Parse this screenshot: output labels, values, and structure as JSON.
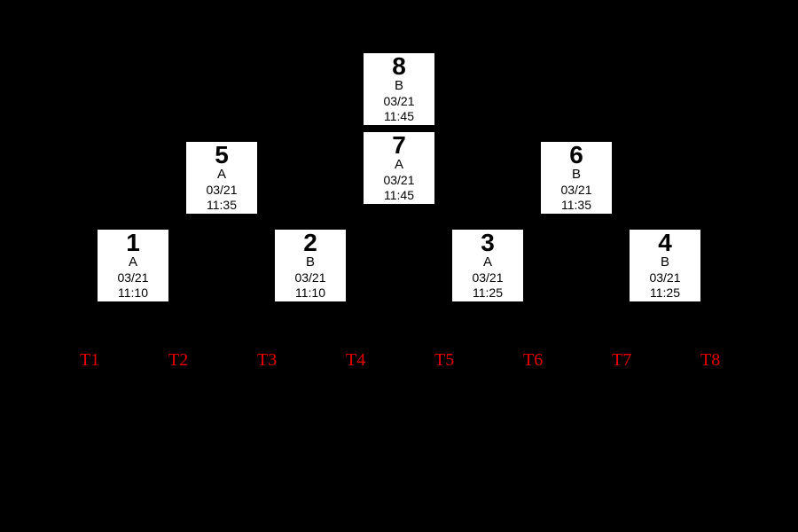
{
  "canvas": {
    "background_color": "#000000",
    "box_background_color": "#ffffff",
    "box_text_color": "#000000",
    "court_label_color": "#e80000"
  },
  "matches": [
    {
      "number": "1",
      "group": "A",
      "date": "03/21",
      "time": "11:10"
    },
    {
      "number": "2",
      "group": "B",
      "date": "03/21",
      "time": "11:10"
    },
    {
      "number": "3",
      "group": "A",
      "date": "03/21",
      "time": "11:25"
    },
    {
      "number": "4",
      "group": "B",
      "date": "03/21",
      "time": "11:25"
    },
    {
      "number": "5",
      "group": "A",
      "date": "03/21",
      "time": "11:35"
    },
    {
      "number": "6",
      "group": "B",
      "date": "03/21",
      "time": "11:35"
    },
    {
      "number": "7",
      "group": "A",
      "date": "03/21",
      "time": "11:45"
    },
    {
      "number": "8",
      "group": "B",
      "date": "03/21",
      "time": "11:45"
    }
  ],
  "court_labels": [
    "T1",
    "T2",
    "T3",
    "T4",
    "T5",
    "T6",
    "T7",
    "T8"
  ]
}
